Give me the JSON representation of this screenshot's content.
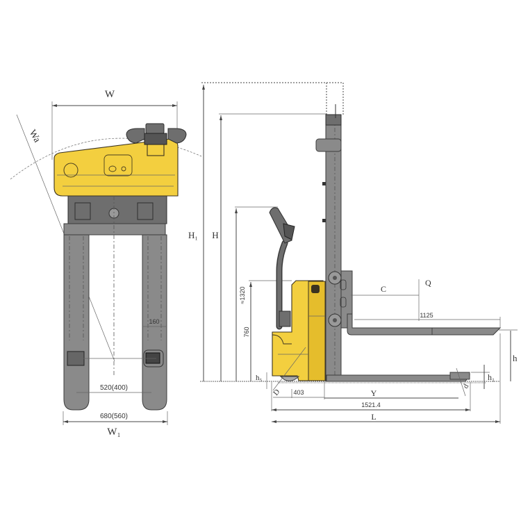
{
  "diagram": {
    "title": "Electric pallet stacker dimension drawing",
    "colors": {
      "body": "#f3cf3f",
      "steel": "#8a8a8a",
      "lines": "#444444"
    },
    "front_view": {
      "labels": {
        "overall_width": "W",
        "turning_radius": "Wa",
        "fork_outer_width": "W₁"
      },
      "dimensions": {
        "fork_width": "160",
        "inner_fork_span": "520(400)",
        "outer_fork_span": "680(560)"
      }
    },
    "side_view": {
      "labels": {
        "mast_extended_height": "H₁",
        "mast_lowered_height": "H",
        "load_center": "C",
        "load": "Q",
        "lift_height": "h",
        "fork_lowered_height": "h₁",
        "ground_clearance": "h₅",
        "drive_wheel": "D",
        "load_wheel": "d",
        "wheelbase": "Y",
        "overall_length": "L"
      },
      "dimensions": {
        "tiller_height": "≈1320",
        "body_height": "760",
        "fork_length": "1125",
        "front_overhang": "403",
        "length_to_fork_face": "1521.4"
      }
    }
  }
}
